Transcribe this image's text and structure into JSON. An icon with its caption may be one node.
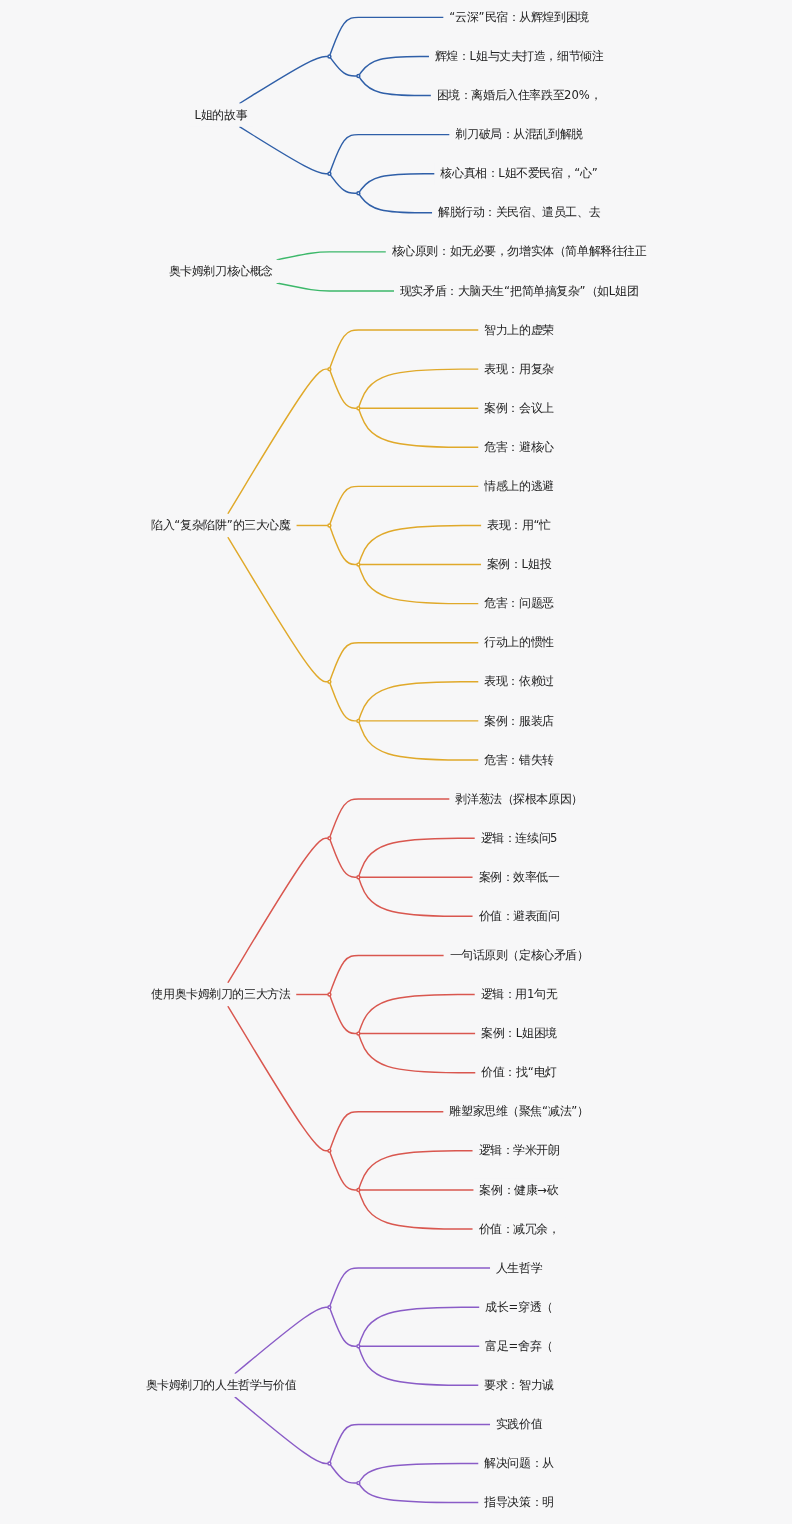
{
  "diagram": {
    "nodes": [
      {
        "text": [
          "L姐的故事"
        ]
      },
      {
        "text": [],
        "shape": "circle"
      },
      {
        "text": [
          "“云深”民宿：从辉煌到困境"
        ]
      },
      {
        "text": [],
        "shape": "circle"
      },
      {
        "text": [
          "辉煌：L姐与丈夫打造，细节倾注"
        ]
      },
      {
        "text": [
          "困境：离婚后入住率跌至20%，"
        ]
      },
      {
        "text": [],
        "shape": "circle"
      },
      {
        "text": [
          "剃刀破局：从混乱到解脱"
        ]
      },
      {
        "text": [],
        "shape": "circle"
      },
      {
        "text": [
          "核心真相：L姐不爱民宿，“心”"
        ]
      },
      {
        "text": [
          "解脱行动：关民宿、遣员工、去"
        ]
      },
      {
        "text": [
          "奥卡姆剃刀核心概念"
        ]
      },
      {
        "text": [
          "核心原则：如无必要，勿增实体（简单解释往往正"
        ]
      },
      {
        "text": [
          "现实矛盾：大脑天生“把简单搞复杂”（如L姐团"
        ]
      },
      {
        "text": [
          "陷入“复杂陷阱”的三大心魔"
        ]
      },
      {
        "text": [],
        "shape": "circle"
      },
      {
        "text": [
          "智力上的虚荣"
        ]
      },
      {
        "text": [],
        "shape": "circle"
      },
      {
        "text": [
          "表现：用复杂"
        ]
      },
      {
        "text": [
          "案例：会议上"
        ]
      },
      {
        "text": [
          "危害：避核心"
        ]
      },
      {
        "text": [],
        "shape": "circle"
      },
      {
        "text": [
          "情感上的逃避"
        ]
      },
      {
        "text": [],
        "shape": "circle"
      },
      {
        "text": [
          "表现：用“忙"
        ]
      },
      {
        "text": [
          "案例：L姐投"
        ]
      },
      {
        "text": [
          "危害：问题恶"
        ]
      },
      {
        "text": [],
        "shape": "circle"
      },
      {
        "text": [
          "行动上的惯性"
        ]
      },
      {
        "text": [],
        "shape": "circle"
      },
      {
        "text": [
          "表现：依赖过"
        ]
      },
      {
        "text": [
          "案例：服装店"
        ]
      },
      {
        "text": [
          "危害：错失转"
        ]
      },
      {
        "text": [
          "使用奥卡姆剃刀的三大方法"
        ]
      },
      {
        "text": [],
        "shape": "circle"
      },
      {
        "text": [
          "剥洋葱法（探根本原因）"
        ]
      },
      {
        "text": [],
        "shape": "circle"
      },
      {
        "text": [
          "逻辑：连续问5"
        ]
      },
      {
        "text": [
          "案例：效率低一"
        ]
      },
      {
        "text": [
          "价值：避表面问"
        ]
      },
      {
        "text": [],
        "shape": "circle"
      },
      {
        "text": [
          "一句话原则（定核心矛盾）"
        ]
      },
      {
        "text": [],
        "shape": "circle"
      },
      {
        "text": [
          "逻辑：用1句无"
        ]
      },
      {
        "text": [
          "案例：L姐困境"
        ]
      },
      {
        "text": [
          "价值：找“电灯"
        ]
      },
      {
        "text": [],
        "shape": "circle"
      },
      {
        "text": [
          "雕塑家思维（聚焦“减法”）"
        ]
      },
      {
        "text": [],
        "shape": "circle"
      },
      {
        "text": [
          "逻辑：学米开朗"
        ]
      },
      {
        "text": [
          "案例：健康→砍"
        ]
      },
      {
        "text": [
          "价值：减冗余，"
        ]
      },
      {
        "text": [
          "奥卡姆剃刀的人生哲学与价值"
        ]
      },
      {
        "text": [],
        "shape": "circle"
      },
      {
        "text": [
          "人生哲学"
        ]
      },
      {
        "text": [],
        "shape": "circle"
      },
      {
        "text": [
          "成长=穿透（"
        ]
      },
      {
        "text": [
          "富足=舍弃（"
        ]
      },
      {
        "text": [
          "要求：智力诚"
        ]
      },
      {
        "text": [],
        "shape": "circle"
      },
      {
        "text": [
          "实践价值"
        ]
      },
      {
        "text": [],
        "shape": "circle"
      },
      {
        "text": [
          "解决问题：从"
        ]
      },
      {
        "text": [
          "指导决策：明"
        ]
      }
    ],
    "edges": [
      {
        "from": 0,
        "to": 1,
        "arrow": "none",
        "color": "#2f5fa8"
      },
      {
        "from": 1,
        "to": 2,
        "arrow": "none",
        "color": "#2f5fa8"
      },
      {
        "from": 1,
        "to": 3,
        "arrow": "none",
        "color": "#2f5fa8"
      },
      {
        "from": 3,
        "to": 4,
        "arrow": "none",
        "color": "#2f5fa8"
      },
      {
        "from": 3,
        "to": 5,
        "arrow": "none",
        "color": "#2f5fa8"
      },
      {
        "from": 0,
        "to": 6,
        "arrow": "none",
        "color": "#2f5fa8"
      },
      {
        "from": 6,
        "to": 7,
        "arrow": "none",
        "color": "#2f5fa8"
      },
      {
        "from": 6,
        "to": 8,
        "arrow": "none",
        "color": "#2f5fa8"
      },
      {
        "from": 8,
        "to": 9,
        "arrow": "none",
        "color": "#2f5fa8"
      },
      {
        "from": 8,
        "to": 10,
        "arrow": "none",
        "color": "#2f5fa8"
      },
      {
        "from": 11,
        "to": 12,
        "arrow": "none",
        "color": "#3cb86a"
      },
      {
        "from": 11,
        "to": 13,
        "arrow": "none",
        "color": "#3cb86a"
      },
      {
        "from": 14,
        "to": 15,
        "arrow": "none",
        "color": "#e0a92a"
      },
      {
        "from": 15,
        "to": 16,
        "arrow": "none",
        "color": "#e0a92a"
      },
      {
        "from": 15,
        "to": 17,
        "arrow": "none",
        "color": "#e0a92a"
      },
      {
        "from": 17,
        "to": 18,
        "arrow": "none",
        "color": "#e0a92a"
      },
      {
        "from": 17,
        "to": 19,
        "arrow": "none",
        "color": "#e0a92a"
      },
      {
        "from": 17,
        "to": 20,
        "arrow": "none",
        "color": "#e0a92a"
      },
      {
        "from": 14,
        "to": 21,
        "arrow": "none",
        "color": "#e0a92a"
      },
      {
        "from": 21,
        "to": 22,
        "arrow": "none",
        "color": "#e0a92a"
      },
      {
        "from": 21,
        "to": 23,
        "arrow": "none",
        "color": "#e0a92a"
      },
      {
        "from": 23,
        "to": 24,
        "arrow": "none",
        "color": "#e0a92a"
      },
      {
        "from": 23,
        "to": 25,
        "arrow": "none",
        "color": "#e0a92a"
      },
      {
        "from": 23,
        "to": 26,
        "arrow": "none",
        "color": "#e0a92a"
      },
      {
        "from": 14,
        "to": 27,
        "arrow": "none",
        "color": "#e0a92a"
      },
      {
        "from": 27,
        "to": 28,
        "arrow": "none",
        "color": "#e0a92a"
      },
      {
        "from": 27,
        "to": 29,
        "arrow": "none",
        "color": "#e0a92a"
      },
      {
        "from": 29,
        "to": 30,
        "arrow": "none",
        "color": "#e0a92a"
      },
      {
        "from": 29,
        "to": 31,
        "arrow": "none",
        "color": "#e0a92a"
      },
      {
        "from": 29,
        "to": 32,
        "arrow": "none",
        "color": "#e0a92a"
      },
      {
        "from": 33,
        "to": 34,
        "arrow": "none",
        "color": "#d9574f"
      },
      {
        "from": 34,
        "to": 35,
        "arrow": "none",
        "color": "#d9574f"
      },
      {
        "from": 34,
        "to": 36,
        "arrow": "none",
        "color": "#d9574f"
      },
      {
        "from": 36,
        "to": 37,
        "arrow": "none",
        "color": "#d9574f"
      },
      {
        "from": 36,
        "to": 38,
        "arrow": "none",
        "color": "#d9574f"
      },
      {
        "from": 36,
        "to": 39,
        "arrow": "none",
        "color": "#d9574f"
      },
      {
        "from": 33,
        "to": 40,
        "arrow": "none",
        "color": "#d9574f"
      },
      {
        "from": 40,
        "to": 41,
        "arrow": "none",
        "color": "#d9574f"
      },
      {
        "from": 40,
        "to": 42,
        "arrow": "none",
        "color": "#d9574f"
      },
      {
        "from": 42,
        "to": 43,
        "arrow": "none",
        "color": "#d9574f"
      },
      {
        "from": 42,
        "to": 44,
        "arrow": "none",
        "color": "#d9574f"
      },
      {
        "from": 42,
        "to": 45,
        "arrow": "none",
        "color": "#d9574f"
      },
      {
        "from": 33,
        "to": 46,
        "arrow": "none",
        "color": "#d9574f"
      },
      {
        "from": 46,
        "to": 47,
        "arrow": "none",
        "color": "#d9574f"
      },
      {
        "from": 46,
        "to": 48,
        "arrow": "none",
        "color": "#d9574f"
      },
      {
        "from": 48,
        "to": 49,
        "arrow": "none",
        "color": "#d9574f"
      },
      {
        "from": 48,
        "to": 50,
        "arrow": "none",
        "color": "#d9574f"
      },
      {
        "from": 48,
        "to": 51,
        "arrow": "none",
        "color": "#d9574f"
      },
      {
        "from": 52,
        "to": 53,
        "arrow": "none",
        "color": "#8a5cc7"
      },
      {
        "from": 53,
        "to": 54,
        "arrow": "none",
        "color": "#8a5cc7"
      },
      {
        "from": 53,
        "to": 55,
        "arrow": "none",
        "color": "#8a5cc7"
      },
      {
        "from": 55,
        "to": 56,
        "arrow": "none",
        "color": "#8a5cc7"
      },
      {
        "from": 55,
        "to": 57,
        "arrow": "none",
        "color": "#8a5cc7"
      },
      {
        "from": 55,
        "to": 58,
        "arrow": "none",
        "color": "#8a5cc7"
      },
      {
        "from": 52,
        "to": 59,
        "arrow": "none",
        "color": "#8a5cc7"
      },
      {
        "from": 59,
        "to": 60,
        "arrow": "none",
        "color": "#8a5cc7"
      },
      {
        "from": 59,
        "to": 61,
        "arrow": "none",
        "color": "#8a5cc7"
      },
      {
        "from": 61,
        "to": 62,
        "arrow": "none",
        "color": "#8a5cc7"
      },
      {
        "from": 61,
        "to": 63,
        "arrow": "none",
        "color": "#8a5cc7"
      }
    ]
  }
}
